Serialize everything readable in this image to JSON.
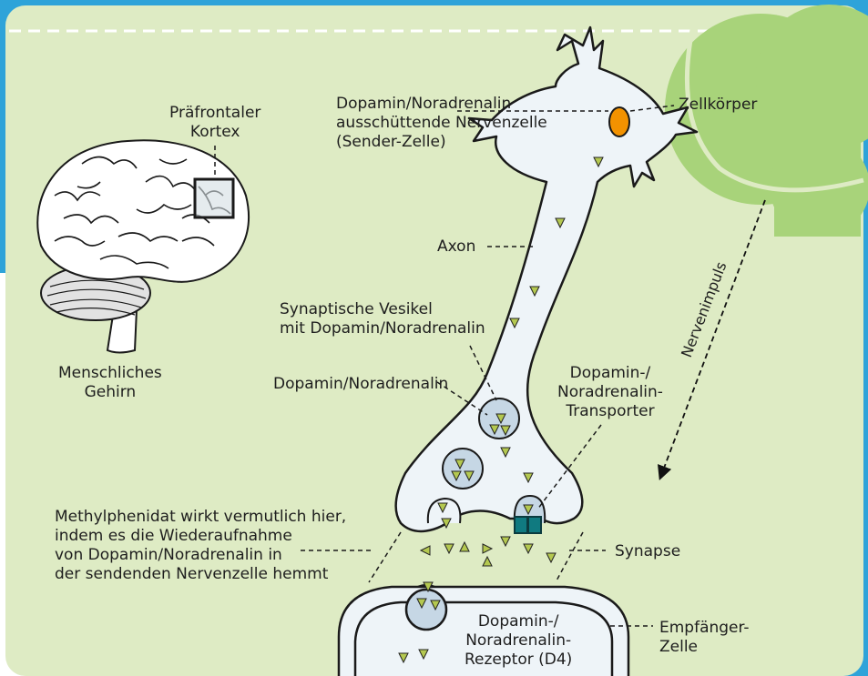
{
  "colors": {
    "background": "#deebc4",
    "border": "#2ea3d9",
    "cloud": "#a8d37a",
    "neuron_fill": "#eef4f8",
    "vesicle_fill": "#c6d7e5",
    "molecule": "#b4c850",
    "cell_body": "#f39200",
    "transporter": "#107a80"
  },
  "labels": {
    "prefrontal_cortex": "Präfrontaler\nKortex",
    "human_brain": "Menschliches\nGehirn",
    "sender_cell": "Dopamin/Noradrenalin\nausschüttende Nervenzelle\n(Sender-Zelle)",
    "cell_body": "Zellkörper",
    "axon": "Axon",
    "nerve_impulse": "Nervenimpuls",
    "synaptic_vesicles": "Synaptische Vesikel\nmit Dopamin/Noradrenalin",
    "dopamine": "Dopamin/Noradrenalin",
    "transporter": "Dopamin-/\nNoradrenalin-\nTransporter",
    "methylphenidate": "Methylphenidat wirkt vermutlich hier,\nindem es die Wiederaufnahme\nvon Dopamin/Noradrenalin in\nder sendenden Nervenzelle hemmt",
    "synapse": "Synapse",
    "receptor": "Dopamin-/\nNoradrenalin-\nRezeptor (D4)",
    "receiver_cell": "Empfänger-\nZelle"
  },
  "icons": [
    "brain-icon",
    "neuron-icon",
    "vesicle-icon",
    "transporter-icon",
    "receptor-icon",
    "arrow-icon"
  ]
}
